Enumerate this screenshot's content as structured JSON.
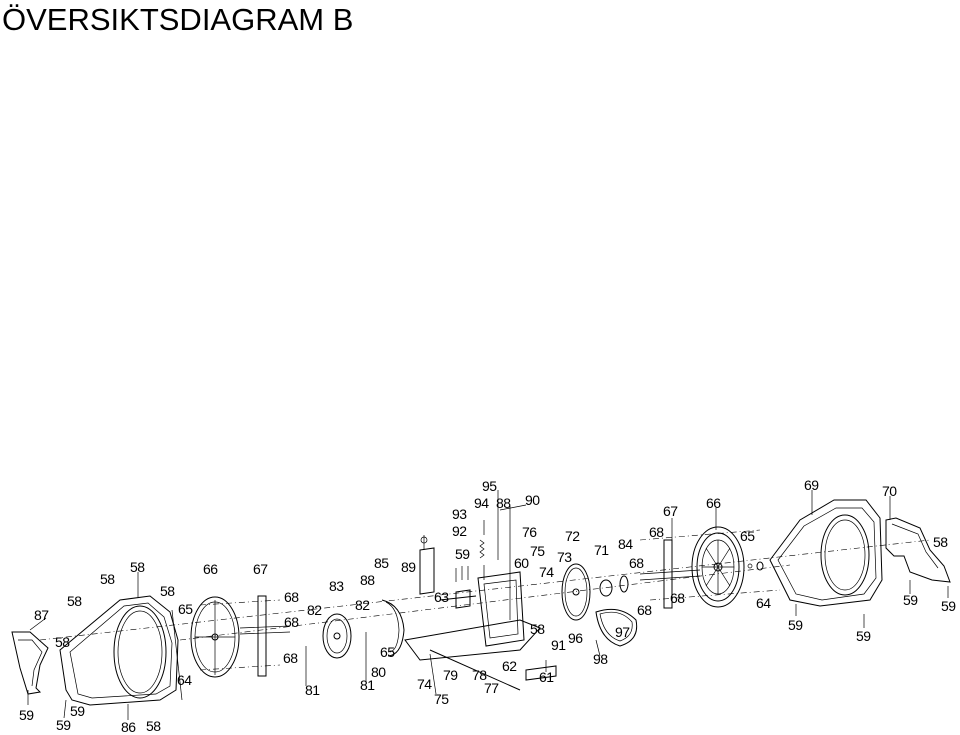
{
  "title": "ÖVERSIKTSDIAGRAM B",
  "labels": [
    "95",
    "94",
    "88",
    "90",
    "93",
    "92",
    "76",
    "72",
    "67",
    "66",
    "69",
    "70",
    "59",
    "60",
    "75",
    "73",
    "71",
    "84",
    "68",
    "65",
    "58",
    "58",
    "58",
    "58",
    "85",
    "89",
    "74",
    "68",
    "58",
    "66",
    "67",
    "83",
    "88",
    "63",
    "87",
    "58",
    "65",
    "68",
    "82",
    "82",
    "68",
    "64",
    "59",
    "59",
    "58",
    "68",
    "68",
    "91",
    "96",
    "97",
    "59",
    "59",
    "65",
    "98",
    "68",
    "80",
    "81",
    "81",
    "74",
    "79",
    "78",
    "62",
    "61",
    "64",
    "77",
    "75",
    "59",
    "59",
    "59",
    "86",
    "58"
  ]
}
